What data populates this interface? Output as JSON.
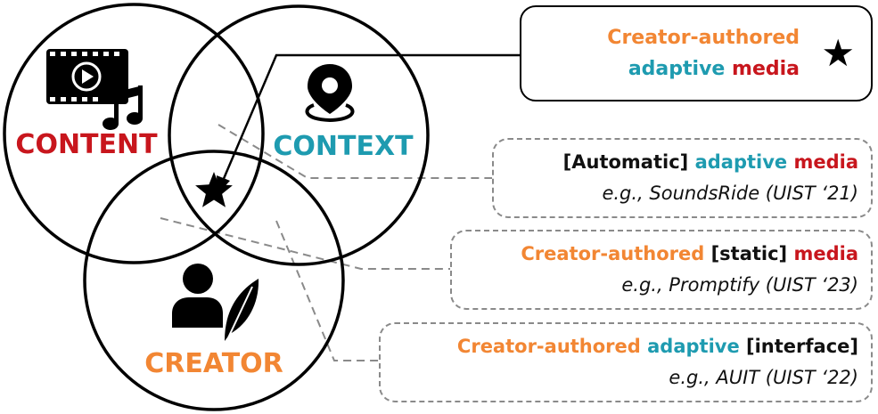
{
  "venn": {
    "content_label": "CONTENT",
    "context_label": "CONTEXT",
    "creator_label": "CREATOR"
  },
  "icons": {
    "content": [
      "video-icon",
      "music-note-icon"
    ],
    "context": "location-pin-icon",
    "creator": [
      "person-icon",
      "feather-icon"
    ],
    "center": "star-icon"
  },
  "colors": {
    "content": "#c8161d",
    "context": "#1e9bb0",
    "creator": "#f28633"
  },
  "highlight_box": {
    "line1": "Creator-authored",
    "line2_a": "adaptive",
    "line2_b": "media",
    "marker": "★"
  },
  "examples": [
    {
      "parts": [
        "[Automatic]",
        "adaptive",
        "media"
      ],
      "example": "e.g., SoundsRide (UIST ‘21)"
    },
    {
      "parts": [
        "Creator-authored",
        "[static]",
        "media"
      ],
      "example": "e.g., Promptify (UIST ‘23)"
    },
    {
      "parts": [
        "Creator-authored",
        "adaptive",
        "[interface]"
      ],
      "example": "e.g., AUIT (UIST ‘22)"
    }
  ]
}
